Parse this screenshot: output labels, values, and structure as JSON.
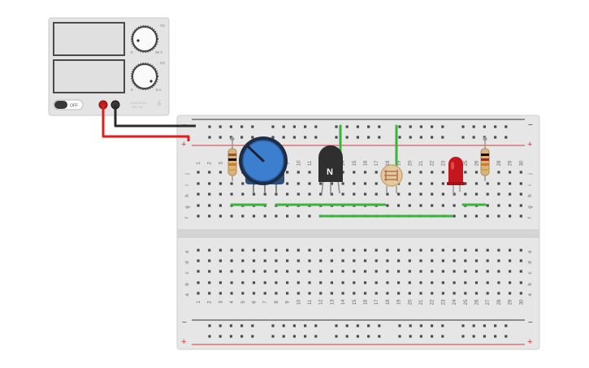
{
  "power_supply": {
    "switch_label": "OFF",
    "voltage_knob": {
      "label": "VC",
      "min": "0",
      "max": "30 V"
    },
    "current_knob": {
      "label": "CC",
      "min": "0",
      "max": "5 A"
    },
    "brand_line1": "TINKERCAD",
    "brand_line2": "30V / 5A"
  },
  "breadboard": {
    "columns": [
      "1",
      "2",
      "3",
      "4",
      "5",
      "6",
      "7",
      "8",
      "9",
      "10",
      "11",
      "12",
      "13",
      "14",
      "15",
      "16",
      "17",
      "18",
      "19",
      "20",
      "21",
      "22",
      "23",
      "24",
      "25",
      "26",
      "27",
      "28",
      "29",
      "30"
    ],
    "top_rows": [
      "j",
      "i",
      "h",
      "g",
      "f"
    ],
    "bottom_rows": [
      "e",
      "d",
      "c",
      "b",
      "a"
    ],
    "rail_minus": "−",
    "rail_plus": "+"
  },
  "components": {
    "transistor_label": "N"
  },
  "colors": {
    "wire_red": "#e01e1e",
    "wire_black": "#2a2a2a",
    "wire_green": "#3cb43c",
    "rail_red": "#d43a3a",
    "rail_black": "#333333",
    "led_red": "#c4161c",
    "pot_blue": "#3d7fcf",
    "board": "#e6e6e6"
  }
}
